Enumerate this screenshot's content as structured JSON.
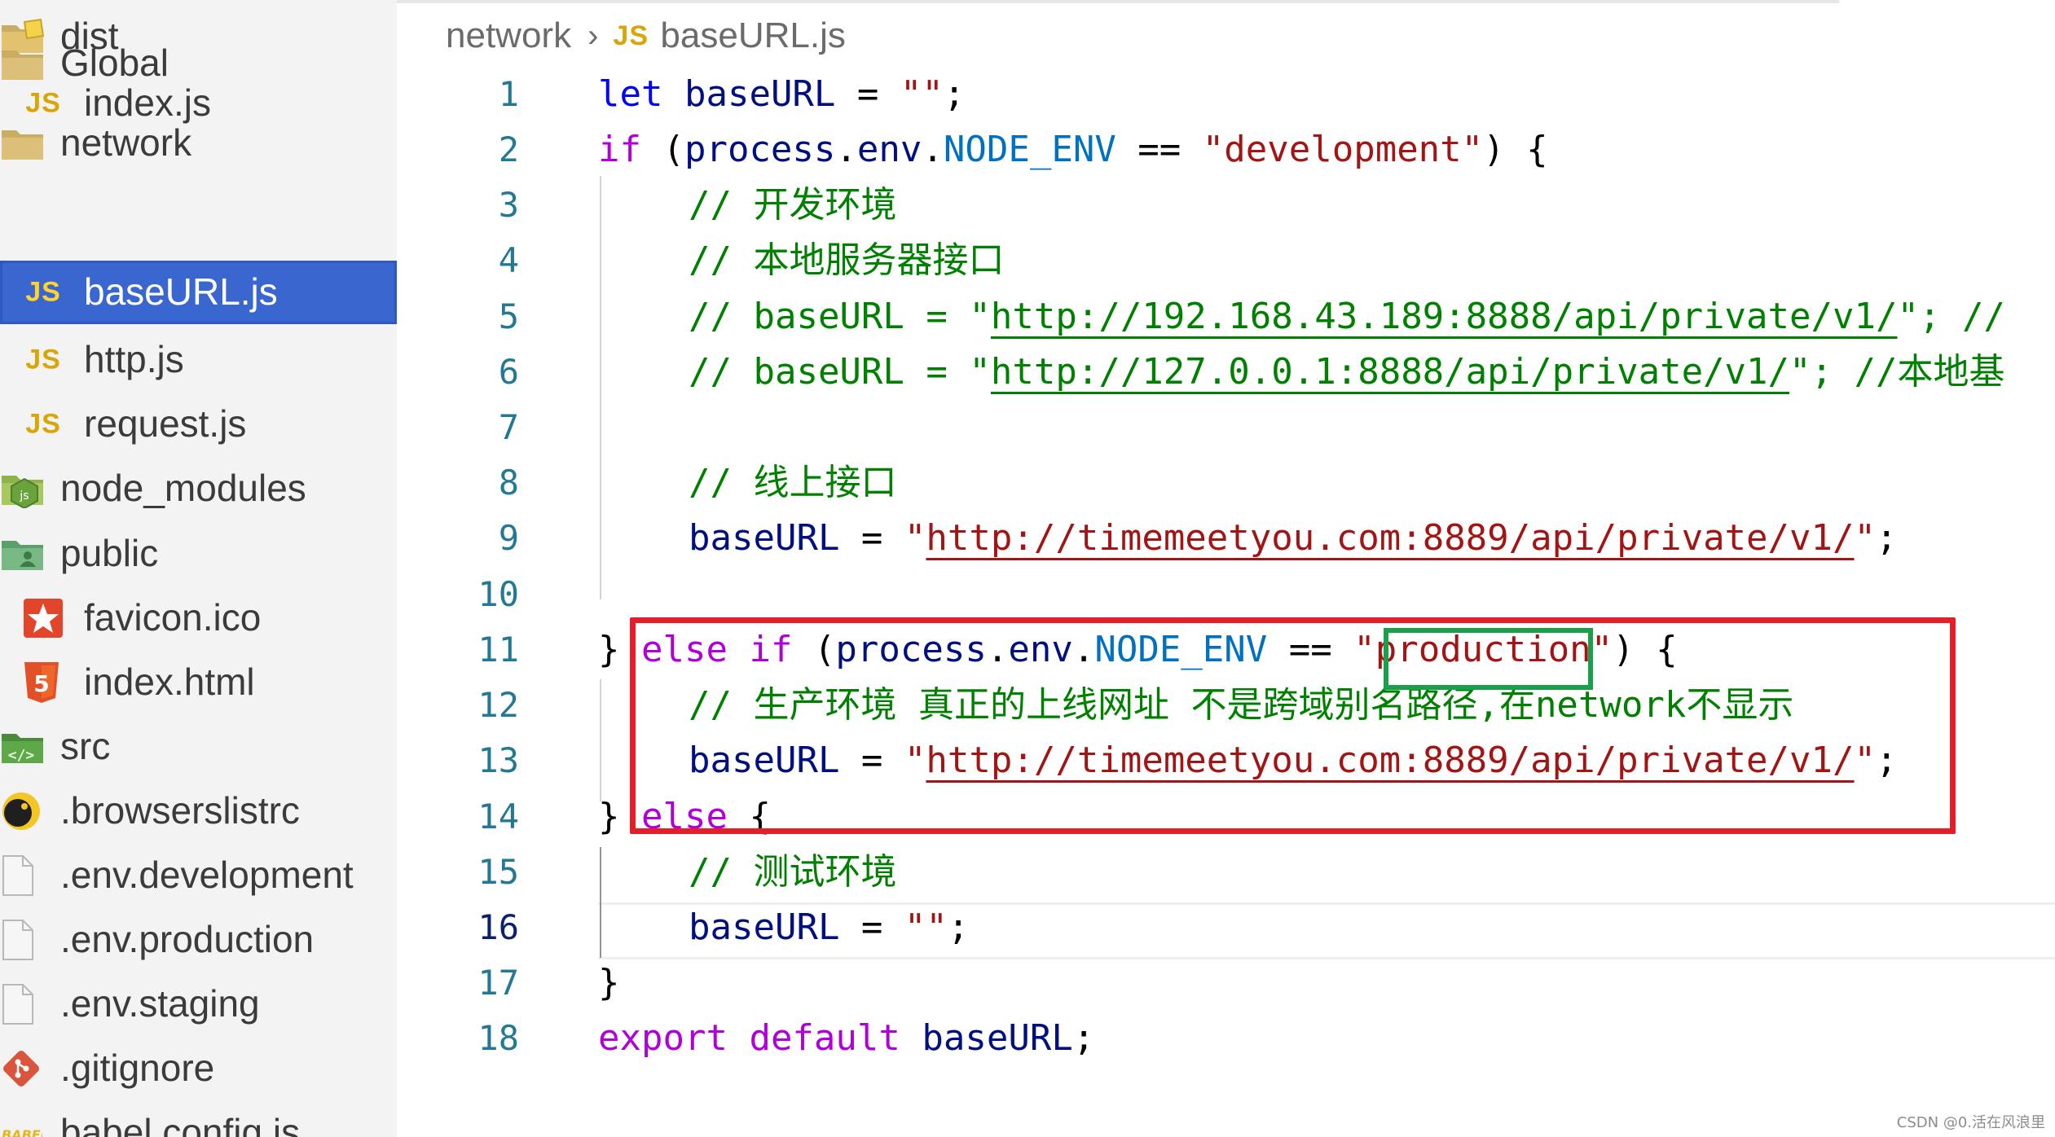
{
  "sidebar": {
    "items": [
      {
        "label": "dist",
        "icon": "folder-dist-icon"
      },
      {
        "label": "Global",
        "icon": "folder-icon"
      },
      {
        "label": "index.js",
        "icon": "js-file-icon"
      },
      {
        "label": "network",
        "icon": "folder-icon"
      },
      {
        "label": "baseURL.js",
        "icon": "js-file-icon",
        "selected": true
      },
      {
        "label": "http.js",
        "icon": "js-file-icon"
      },
      {
        "label": "request.js",
        "icon": "js-file-icon"
      },
      {
        "label": "node_modules",
        "icon": "folder-node-icon"
      },
      {
        "label": "public",
        "icon": "folder-public-icon"
      },
      {
        "label": "favicon.ico",
        "icon": "favicon-star-icon"
      },
      {
        "label": "index.html",
        "icon": "html5-icon"
      },
      {
        "label": "src",
        "icon": "folder-src-icon"
      },
      {
        "label": ".browserslistrc",
        "icon": "browserslist-icon"
      },
      {
        "label": ".env.development",
        "icon": "file-icon"
      },
      {
        "label": ".env.production",
        "icon": "file-icon"
      },
      {
        "label": ".env.staging",
        "icon": "file-icon"
      },
      {
        "label": ".gitignore",
        "icon": "git-icon"
      },
      {
        "label": "babel.config.js",
        "icon": "babel-icon"
      }
    ],
    "js_badge": "JS",
    "colors": {
      "selected_bg": "#3a67cf",
      "background": "#f3f3f3"
    }
  },
  "editor": {
    "breadcrumb": {
      "folder": "network",
      "separator": "›",
      "file_badge": "JS",
      "file": "baseURL.js"
    },
    "line_numbers": [
      "1",
      "2",
      "3",
      "4",
      "5",
      "6",
      "7",
      "8",
      "9",
      "10",
      "11",
      "12",
      "13",
      "14",
      "15",
      "16",
      "17",
      "18"
    ],
    "active_line": "16",
    "code": {
      "l1": {
        "kw": "let",
        "id": "baseURL",
        "op": " = ",
        "str": "\"\"",
        "end": ";"
      },
      "l2": {
        "kw": "if",
        "p1": " (",
        "obj": "process",
        "dot1": ".",
        "env": "env",
        "dot2": ".",
        "prop": "NODE_ENV",
        "op": " == ",
        "str": "\"development\"",
        "end": ") {"
      },
      "l3": {
        "cmt": "// 开发环境"
      },
      "l4": {
        "cmt": "// 本地服务器接口"
      },
      "l5": {
        "cmt_a": "// baseURL = \"",
        "url": "http://192.168.43.189:8888/api/private/v1/",
        "cmt_b": "\"; //"
      },
      "l6": {
        "cmt_a": "// baseURL = \"",
        "url": "http://127.0.0.1:8888/api/private/v1/",
        "cmt_b": "\"; //本地基"
      },
      "l8": {
        "cmt": "// 线上接口"
      },
      "l9": {
        "id": "baseURL",
        "op": " = ",
        "q1": "\"",
        "url": "http://timemeetyou.com:8889/api/private/v1/",
        "q2": "\"",
        "end": ";"
      },
      "l11": {
        "brace": "} ",
        "kw_else": "else",
        "sp": " ",
        "kw_if": "if",
        "p1": " (",
        "obj": "process",
        "dot1": ".",
        "env": "env",
        "dot2": ".",
        "prop": "NODE_ENV",
        "op": " == ",
        "str": "\"production\"",
        "end": ") {"
      },
      "l12": {
        "cmt": "// 生产环境 真正的上线网址 不是跨域别名路径,在network不显示"
      },
      "l13": {
        "id": "baseURL",
        "op": " = ",
        "q1": "\"",
        "url": "http://timemeetyou.com:8889/api/private/v1/",
        "q2": "\"",
        "end": ";"
      },
      "l14": {
        "brace": "} ",
        "kw_else": "else",
        "end": " {"
      },
      "l15": {
        "cmt": "// 测试环境"
      },
      "l16": {
        "id": "baseURL",
        "op": " = ",
        "str": "\"\"",
        "end": ";"
      },
      "l17": {
        "brace": "}"
      },
      "l18": {
        "kw_export": "export",
        "sp": " ",
        "kw_default": "default",
        "sp2": " ",
        "id": "baseURL",
        "end": ";"
      }
    },
    "annotations": {
      "red_box_color": "#e3202a",
      "green_box_color": "#1aa04a"
    }
  },
  "watermark": "CSDN @0.活在风浪里"
}
